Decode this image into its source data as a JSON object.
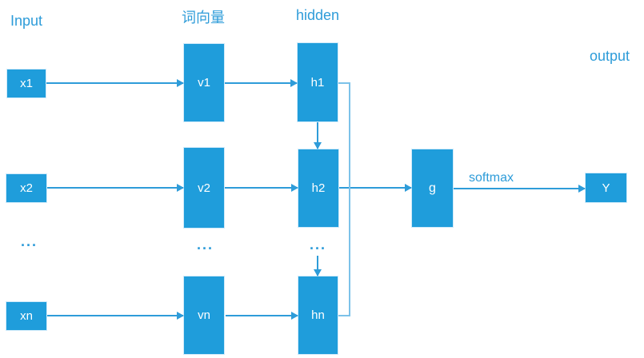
{
  "diagram": {
    "labels": {
      "input": "Input",
      "word_vector": "词向量",
      "hidden": "hidden",
      "output": "output",
      "softmax": "softmax"
    },
    "nodes": {
      "x1": "x1",
      "x2": "x2",
      "xn": "xn",
      "v1": "v1",
      "v2": "v2",
      "vn": "vn",
      "h1": "h1",
      "h2": "h2",
      "hn": "hn",
      "g": "g",
      "y": "Y"
    },
    "ellipsis": "...",
    "colors": {
      "node_fill": "#1f9ddb",
      "node_text": "#ffffff",
      "label_text": "#2e9cd9",
      "arrow": "#2e9cd9",
      "connector": "#7cc2e9",
      "background": "#ffffff"
    }
  }
}
